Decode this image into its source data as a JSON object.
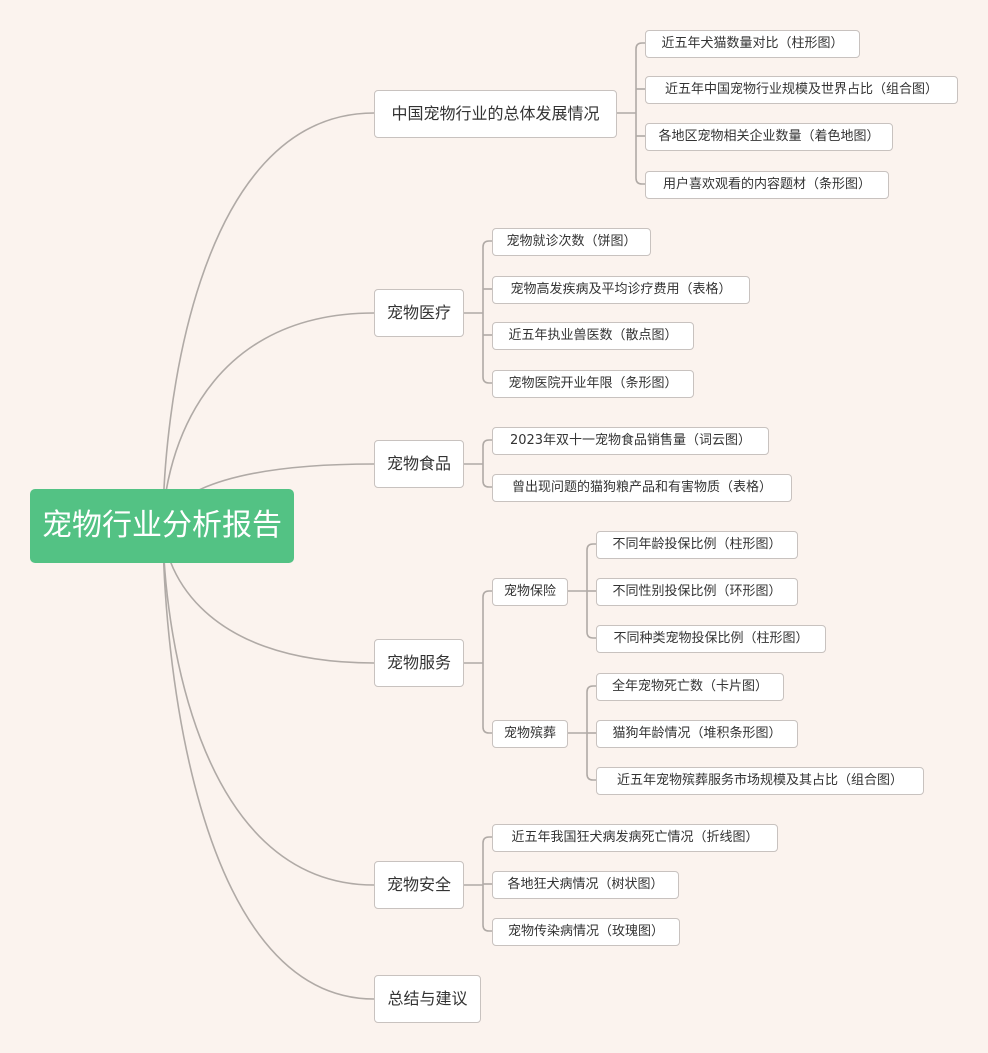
{
  "root": "宠物行业分析报告",
  "branches": [
    {
      "label": "中国宠物行业的总体发展情况",
      "children": [
        "近五年犬猫数量对比（柱形图）",
        "近五年中国宠物行业规模及世界占比（组合图）",
        "各地区宠物相关企业数量（着色地图）",
        "用户喜欢观看的内容题材（条形图）"
      ]
    },
    {
      "label": "宠物医疗",
      "children": [
        "宠物就诊次数（饼图）",
        "宠物高发疾病及平均诊疗费用（表格）",
        "近五年执业兽医数（散点图）",
        "宠物医院开业年限（条形图）"
      ]
    },
    {
      "label": "宠物食品",
      "children": [
        "2023年双十一宠物食品销售量（词云图）",
        "曾出现问题的猫狗粮产品和有害物质（表格）"
      ]
    },
    {
      "label": "宠物服务",
      "groups": [
        {
          "label": "宠物保险",
          "children": [
            "不同年龄投保比例（柱形图）",
            "不同性别投保比例（环形图）",
            "不同种类宠物投保比例（柱形图）"
          ]
        },
        {
          "label": "宠物殡葬",
          "children": [
            "全年宠物死亡数（卡片图）",
            "猫狗年龄情况（堆积条形图）",
            "近五年宠物殡葬服务市场规模及其占比（组合图）"
          ]
        }
      ]
    },
    {
      "label": "宠物安全",
      "children": [
        "近五年我国狂犬病发病死亡情况（折线图）",
        "各地狂犬病情况（树状图）",
        "宠物传染病情况（玫瑰图）"
      ]
    },
    {
      "label": "总结与建议",
      "children": []
    }
  ],
  "colors": {
    "background": "#fbf3ee",
    "root": "#53c284",
    "node_border": "#c8c2bf",
    "connector": "#b0aaa6"
  }
}
